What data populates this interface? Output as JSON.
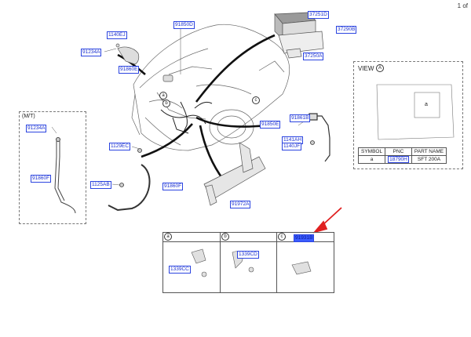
{
  "page_indicator": "1 of",
  "view": {
    "label": "VIEW",
    "marker": "A",
    "symbol_label": "a"
  },
  "table": {
    "headers": [
      "SYMBOL",
      "PNC",
      "PART NAME"
    ],
    "rows": [
      {
        "symbol": "a",
        "pnc": "18790H",
        "part_name": "SFT 200A"
      }
    ]
  },
  "mt_label": "(M/T)",
  "callout_letters": [
    "a",
    "b",
    "c"
  ],
  "parts": {
    "p37251D": "37251D",
    "p37290B": "37290B",
    "p37250A": "37250A",
    "p1140EJ": "1140EJ",
    "p91234A_top": "91234A",
    "p91860E_top": "91860E",
    "p91850D": "91850D",
    "p91234A_mt": "91234A",
    "p91860F_mt": "91860F",
    "p1129EC": "1129EC",
    "p1125AB": "1125AB",
    "p91860F": "91860F",
    "p91972A": "91972A",
    "p91850E": "91850E",
    "p91861B": "91861B",
    "p1141AH": "1141AH",
    "p1140JF": "1140JF",
    "p18790H": "18790H",
    "p1339CC_a": "1339CC",
    "p1339CD": "1339CD",
    "p91931B": "91931B"
  },
  "inset_headers": [
    "a",
    "b",
    "c"
  ],
  "colors": {
    "part_label": "#1a2fd0",
    "highlight": "#3b5cff",
    "arrow": "#e02020"
  }
}
